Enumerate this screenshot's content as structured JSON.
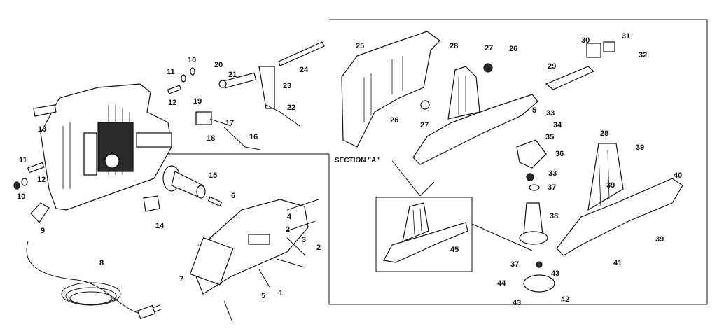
{
  "diagram": {
    "section_title": "SECTION \"A\"",
    "callouts": [
      {
        "id": "c1",
        "text": "1"
      },
      {
        "id": "c2a",
        "text": "2"
      },
      {
        "id": "c2b",
        "text": "2"
      },
      {
        "id": "c3",
        "text": "3"
      },
      {
        "id": "c4",
        "text": "4"
      },
      {
        "id": "c5a",
        "text": "5"
      },
      {
        "id": "c5b",
        "text": "5"
      },
      {
        "id": "c6",
        "text": "6"
      },
      {
        "id": "c7",
        "text": "7"
      },
      {
        "id": "c8",
        "text": "8"
      },
      {
        "id": "c9",
        "text": "9"
      },
      {
        "id": "c10a",
        "text": "10"
      },
      {
        "id": "c10b",
        "text": "10"
      },
      {
        "id": "c11a",
        "text": "11"
      },
      {
        "id": "c11b",
        "text": "11"
      },
      {
        "id": "c12a",
        "text": "12"
      },
      {
        "id": "c12b",
        "text": "12"
      },
      {
        "id": "c13",
        "text": "13"
      },
      {
        "id": "c14",
        "text": "14"
      },
      {
        "id": "c15",
        "text": "15"
      },
      {
        "id": "c16",
        "text": "16"
      },
      {
        "id": "c17",
        "text": "17"
      },
      {
        "id": "c18",
        "text": "18"
      },
      {
        "id": "c19",
        "text": "19"
      },
      {
        "id": "c20",
        "text": "20"
      },
      {
        "id": "c21",
        "text": "21"
      },
      {
        "id": "c22",
        "text": "22"
      },
      {
        "id": "c23",
        "text": "23"
      },
      {
        "id": "c24",
        "text": "24"
      },
      {
        "id": "c25",
        "text": "25"
      },
      {
        "id": "c26a",
        "text": "26"
      },
      {
        "id": "c26b",
        "text": "26"
      },
      {
        "id": "c27a",
        "text": "27"
      },
      {
        "id": "c27b",
        "text": "27"
      },
      {
        "id": "c28a",
        "text": "28"
      },
      {
        "id": "c28b",
        "text": "28"
      },
      {
        "id": "c29",
        "text": "29"
      },
      {
        "id": "c30",
        "text": "30"
      },
      {
        "id": "c31",
        "text": "31"
      },
      {
        "id": "c32",
        "text": "32"
      },
      {
        "id": "c33a",
        "text": "33"
      },
      {
        "id": "c33b",
        "text": "33"
      },
      {
        "id": "c34",
        "text": "34"
      },
      {
        "id": "c35",
        "text": "35"
      },
      {
        "id": "c36",
        "text": "36"
      },
      {
        "id": "c37a",
        "text": "37"
      },
      {
        "id": "c37b",
        "text": "37"
      },
      {
        "id": "c38",
        "text": "38"
      },
      {
        "id": "c39a",
        "text": "39"
      },
      {
        "id": "c39b",
        "text": "39"
      },
      {
        "id": "c39c",
        "text": "39"
      },
      {
        "id": "c40",
        "text": "40"
      },
      {
        "id": "c41",
        "text": "41"
      },
      {
        "id": "c42",
        "text": "42"
      },
      {
        "id": "c43a",
        "text": "43"
      },
      {
        "id": "c43b",
        "text": "43"
      },
      {
        "id": "c44",
        "text": "44"
      },
      {
        "id": "c45",
        "text": "45"
      }
    ]
  }
}
